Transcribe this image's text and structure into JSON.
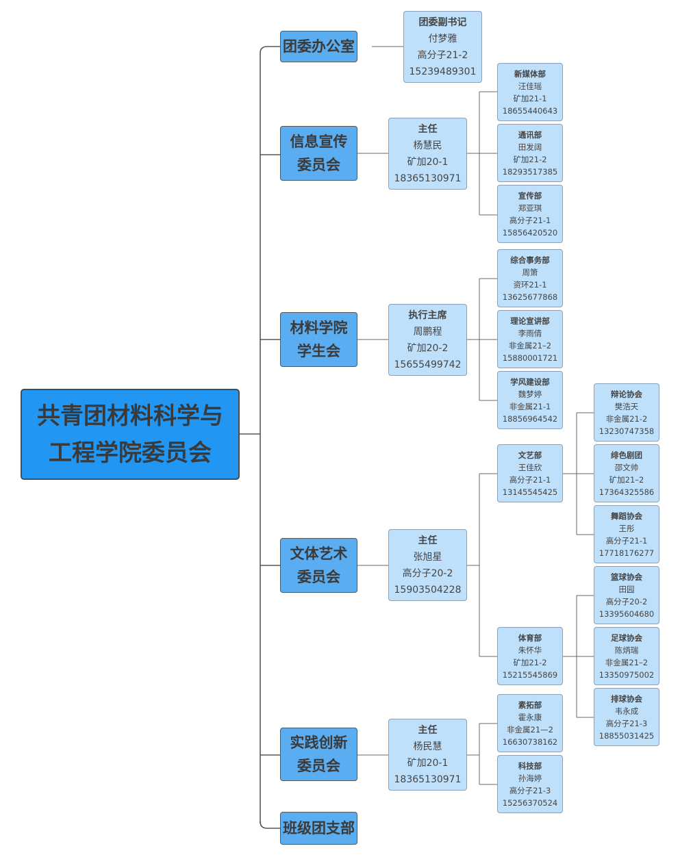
{
  "root": {
    "line1": "共青团材料科学与",
    "line2": "工程学院委员会"
  },
  "branches": {
    "office": {
      "label": "团委办公室"
    },
    "info": {
      "line1": "信息宣传",
      "line2": "委员会"
    },
    "union": {
      "line1": "材料学院",
      "line2": "学生会"
    },
    "arts": {
      "line1": "文体艺术",
      "line2": "委员会"
    },
    "practice": {
      "line1": "实践创新",
      "line2": "委员会"
    },
    "class": {
      "label": "班级团支部"
    }
  },
  "leaders": {
    "office": {
      "title": "团委副书记",
      "name": "付梦雅",
      "class": "高分子21-2",
      "phone": "15239489301"
    },
    "info": {
      "title": "主任",
      "name": "杨慧民",
      "class": "矿加20-1",
      "phone": "18365130971"
    },
    "union": {
      "title": "执行主席",
      "name": "周鹏程",
      "class": "矿加20-2",
      "phone": "15655499742"
    },
    "arts": {
      "title": "主任",
      "name": "张旭星",
      "class": "高分子20-2",
      "phone": "15903504228"
    },
    "practice": {
      "title": "主任",
      "name": "杨民慧",
      "class": "矿加20-1",
      "phone": "18365130971"
    }
  },
  "depts": {
    "media": {
      "title": "新媒体部",
      "name": "汪佳瑶",
      "class": "矿加21-1",
      "phone": "18655440643"
    },
    "comm": {
      "title": "通讯部",
      "name": "田发阔",
      "class": "矿加21-2",
      "phone": "18293517385"
    },
    "publicity": {
      "title": "宣传部",
      "name": "郑亚琪",
      "class": "高分子21-1",
      "phone": "15856420520"
    },
    "affairs": {
      "title": "综合事务部",
      "name": "周箫",
      "class": "资环21-1",
      "phone": "13625677868"
    },
    "theory": {
      "title": "理论宣讲部",
      "name": "李雨倩",
      "class": "非金属21–2",
      "phone": "15880001721"
    },
    "study": {
      "title": "学风建设部",
      "name": "魏梦婷",
      "class": "非金属21-1",
      "phone": "18856964542"
    },
    "arts": {
      "title": "文艺部",
      "name": "王佳欣",
      "class": "高分子21-1",
      "phone": "13145545425"
    },
    "sports": {
      "title": "体育部",
      "name": "朱怀华",
      "class": "矿加21-2",
      "phone": "15215545869"
    },
    "outreach": {
      "title": "素拓部",
      "name": "霍永康",
      "class": "非金属21—2",
      "phone": "16630738162"
    },
    "tech": {
      "title": "科技部",
      "name": "孙海婷",
      "class": "高分子21-3",
      "phone": "15256370524"
    }
  },
  "clubs": {
    "debate": {
      "title": "辩论协会",
      "name": "樊浩天",
      "class": "非金属21-2",
      "phone": "13230747358"
    },
    "drama": {
      "title": "绯色剧团",
      "name": "邵文帅",
      "class": "矿加21–2",
      "phone": "17364325586"
    },
    "dance": {
      "title": "舞蹈协会",
      "name": "王彤",
      "class": "高分子21-1",
      "phone": "17718176277"
    },
    "basketball": {
      "title": "篮球协会",
      "name": "田园",
      "class": "高分子20-2",
      "phone": "13395604680"
    },
    "football": {
      "title": "足球协会",
      "name": "陈炳瑞",
      "class": "非金属21–2",
      "phone": "13350975002"
    },
    "volleyball": {
      "title": "排球协会",
      "name": "韦永成",
      "class": "高分子21-3",
      "phone": "18855031425"
    }
  }
}
